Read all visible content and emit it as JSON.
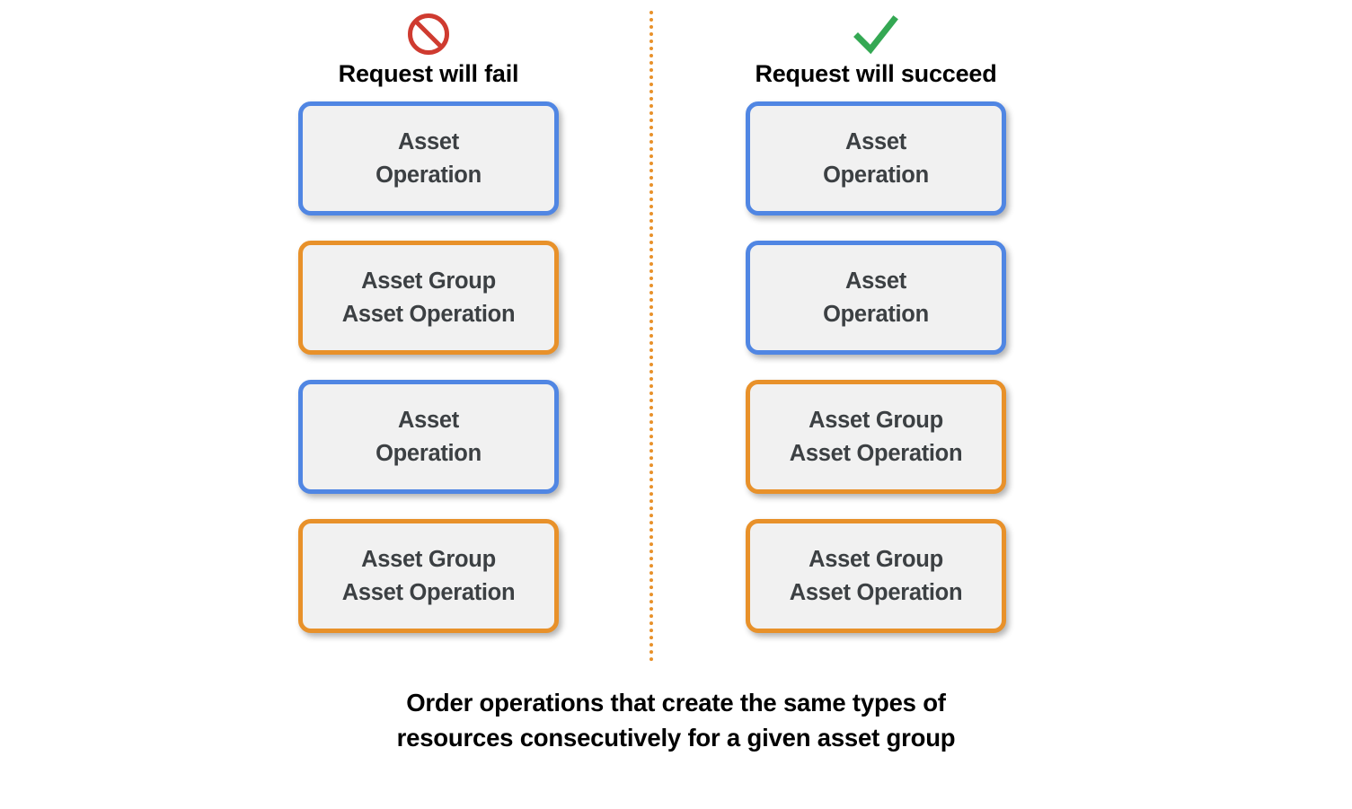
{
  "diagram": {
    "divider": {
      "style": "dotted-vertical",
      "color": "#e8912a"
    },
    "caption": "Order operations that create the same types of\nresources consecutively for a given asset group",
    "colors": {
      "blue_border": "#5086e3",
      "orange_border": "#e8912a",
      "box_fill": "#f1f1f1",
      "box_text": "#3c4043",
      "fail_icon": "#cf3b30",
      "success_icon": "#34a853"
    },
    "columns": [
      {
        "id": "fail",
        "icon": "prohibition-icon",
        "title": "Request will fail",
        "boxes": [
          {
            "type": "asset-operation",
            "color": "blue",
            "label": "Asset\nOperation"
          },
          {
            "type": "asset-group-operation",
            "color": "orange",
            "label": "Asset Group\nAsset Operation"
          },
          {
            "type": "asset-operation",
            "color": "blue",
            "label": "Asset\nOperation"
          },
          {
            "type": "asset-group-operation",
            "color": "orange",
            "label": "Asset Group\nAsset Operation"
          }
        ]
      },
      {
        "id": "succeed",
        "icon": "checkmark-icon",
        "title": "Request will succeed",
        "boxes": [
          {
            "type": "asset-operation",
            "color": "blue",
            "label": "Asset\nOperation"
          },
          {
            "type": "asset-operation",
            "color": "blue",
            "label": "Asset\nOperation"
          },
          {
            "type": "asset-group-operation",
            "color": "orange",
            "label": "Asset Group\nAsset Operation"
          },
          {
            "type": "asset-group-operation",
            "color": "orange",
            "label": "Asset Group\nAsset Operation"
          }
        ]
      }
    ]
  }
}
